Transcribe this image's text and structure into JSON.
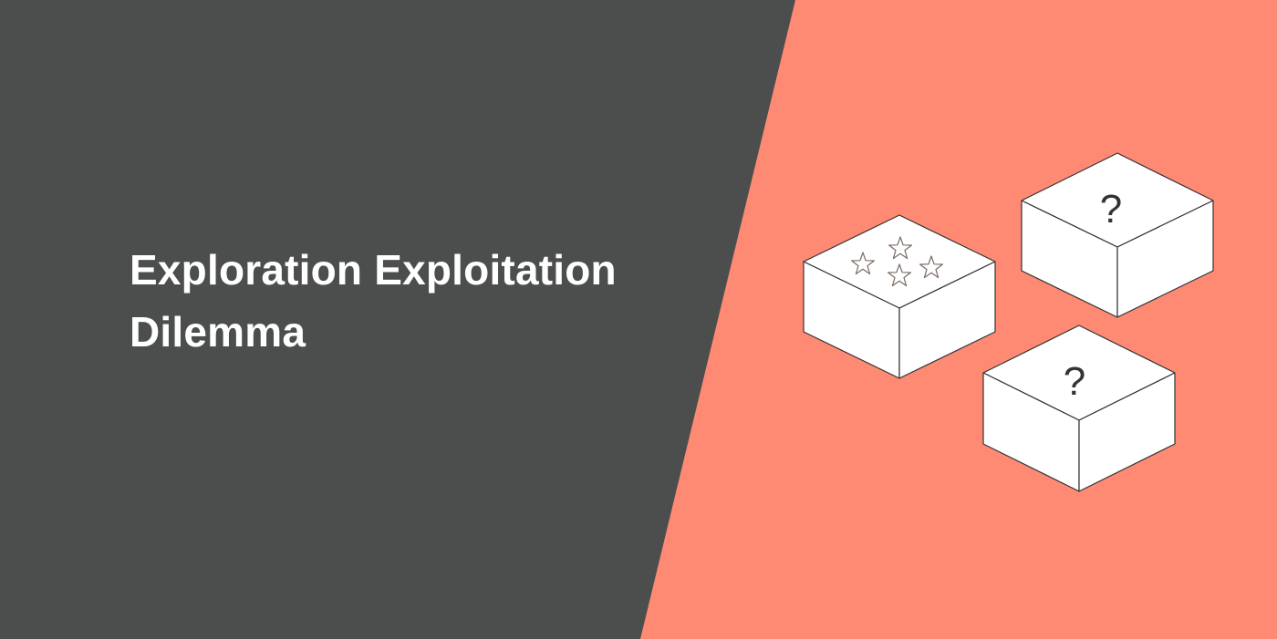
{
  "title": {
    "line1": "Exploration Exploitation",
    "line2": "Dilemma"
  },
  "colors": {
    "left_panel": "#4b4e4d",
    "right_panel": "#ff8a74",
    "title_text": "#ffffff",
    "box_face": "#ffffff",
    "box_outline": "#333333"
  },
  "boxes": [
    {
      "name": "treasure-box",
      "symbol": "star-icon",
      "star_count": 4
    },
    {
      "name": "mystery-box-top",
      "symbol": "?"
    },
    {
      "name": "mystery-box-bottom",
      "symbol": "?"
    }
  ]
}
